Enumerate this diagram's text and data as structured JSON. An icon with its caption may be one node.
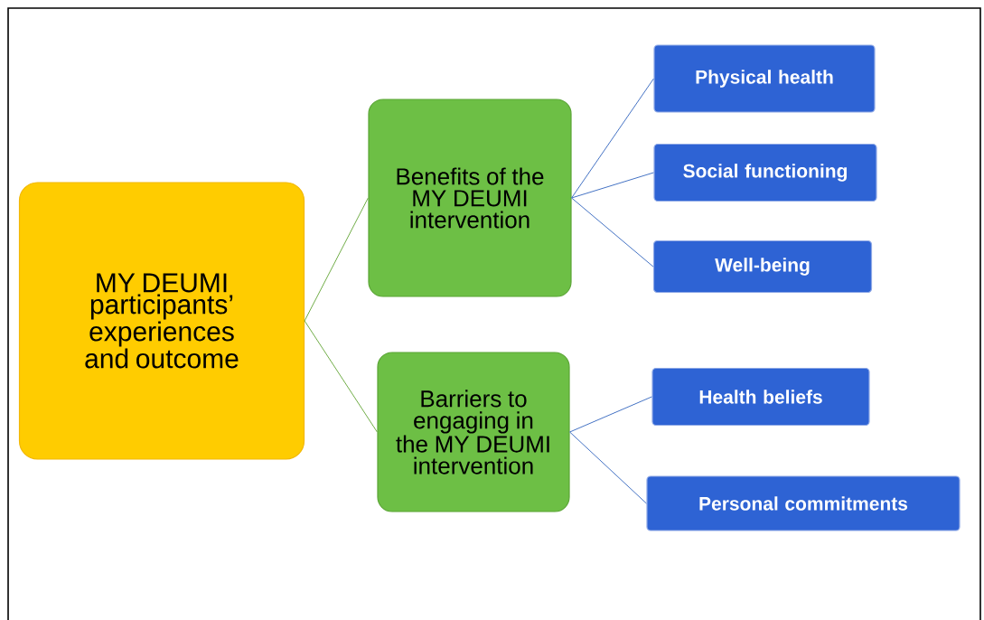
{
  "diagram": {
    "nodes": [
      {
        "text": [
          "MY DEUMI participants’ experiences and outcome"
        ]
      },
      {
        "text": [
          "Benefits of the MY DEUMI intervention"
        ]
      },
      {
        "text": [
          "Barriers to engaging in the MY DEUMI intervention"
        ]
      },
      {
        "text": [
          "Physical health"
        ]
      },
      {
        "text": [
          "Social functioning"
        ]
      },
      {
        "text": [
          "Well-being"
        ]
      },
      {
        "text": [
          "Health beliefs"
        ]
      },
      {
        "text": [
          "Personal commitments"
        ]
      }
    ],
    "edges": [
      {
        "from": 0,
        "to": 1,
        "arrow": "none",
        "color": "#70ad47"
      },
      {
        "from": 0,
        "to": 2,
        "arrow": "none",
        "color": "#70ad47"
      },
      {
        "from": 1,
        "to": 3,
        "arrow": "none"
      },
      {
        "from": 1,
        "to": 4,
        "arrow": "none"
      },
      {
        "from": 1,
        "to": 5,
        "arrow": "none"
      },
      {
        "from": 2,
        "to": 6,
        "arrow": "none"
      },
      {
        "from": 2,
        "to": 7,
        "arrow": "none"
      }
    ]
  }
}
